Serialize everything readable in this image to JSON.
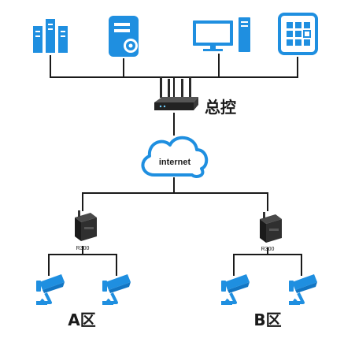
{
  "diagram": {
    "controller_label": "总控",
    "cloud_label": "internet",
    "router_model": "R300",
    "zone_a_label": "A区",
    "zone_b_label": "B区"
  },
  "colors": {
    "icon_blue": "#1f8fe0",
    "line": "#1a1a1a",
    "device_dark": "#2a2a2a"
  },
  "icons": [
    "server-rack-icon",
    "tower-server-icon",
    "desktop-computer-icon",
    "app-grid-icon",
    "router-icon",
    "cloud-icon",
    "edge-router-icon",
    "cctv-camera-icon"
  ]
}
